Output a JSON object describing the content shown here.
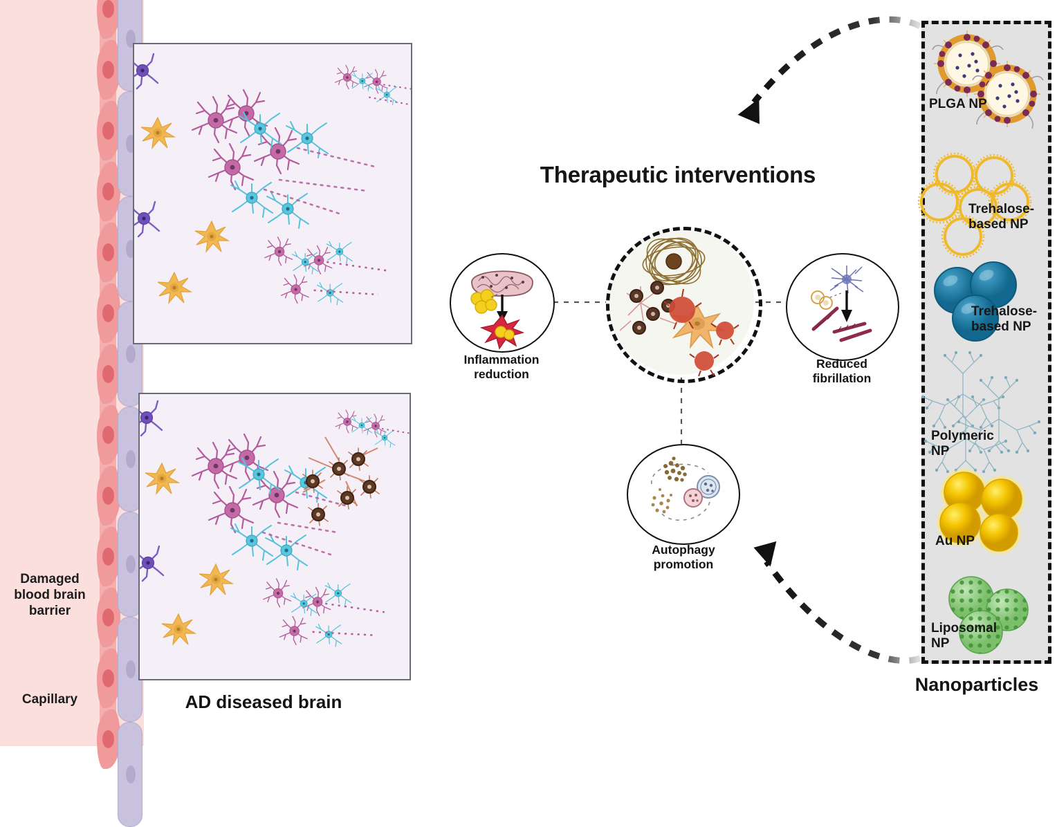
{
  "figure": {
    "type": "scientific-schematic",
    "subject": "Nanoparticle-based therapeutic interventions in Alzheimer's disease"
  },
  "bbb": {
    "damaged_label": "Damaged\nblood brain\nbarrier",
    "damaged_line1": "Damaged",
    "damaged_line2": "blood brain",
    "damaged_line3": "barrier",
    "capillary_label": "Capillary",
    "lumen_color": "#fbdfdd",
    "endothelium_color": "#f09a9c",
    "pericyte_color": "#c9c2de"
  },
  "brain": {
    "caption": "AD diseased brain",
    "panel_bg": "#f5eff7",
    "panel_border": "#6a6a78",
    "cell_types": [
      {
        "name": "neuron",
        "color": "#c66ba8"
      },
      {
        "name": "astrocyte",
        "color": "#4ec3dd"
      },
      {
        "name": "microglia",
        "color": "#7b5fc0"
      },
      {
        "name": "oligodendrocyte",
        "color": "#f0b44c"
      },
      {
        "name": "amyloid-plaque",
        "color": "#6b3a22"
      }
    ]
  },
  "center": {
    "title": "Therapeutic interventions",
    "hub_bg": "#f4f6ef",
    "nodes": [
      {
        "id": "inflammation",
        "line1": "Inflammation",
        "line2": "reduction"
      },
      {
        "id": "fibrillation",
        "line1": "Reduced",
        "line2": "fibrillation"
      },
      {
        "id": "autophagy",
        "line1": "Autophagy",
        "line2": "promotion"
      }
    ]
  },
  "nanoparticles": {
    "title": "Nanoparticles",
    "box_bg": "#e2e2e2",
    "box_border": "#101010",
    "items": [
      {
        "id": "plga",
        "label": "PLGA NP",
        "color": "#e8a33c"
      },
      {
        "id": "trehalose-1",
        "label": "Trehalose-\nbased NP",
        "line1": "Trehalose-",
        "line2": "based NP",
        "color": "#f0b92c"
      },
      {
        "id": "trehalose-2",
        "label": "Trehalose-\nbased NP",
        "line1": "Trehalose-",
        "line2": "based NP",
        "color": "#1e7fa8"
      },
      {
        "id": "polymeric",
        "label": "Polymeric\nNP",
        "line1": "Polymeric",
        "line2": "NP",
        "color": "#9dc4cf"
      },
      {
        "id": "au",
        "label": "Au NP",
        "line1": "Au NP",
        "line2": "",
        "color": "#f5c400"
      },
      {
        "id": "liposomal",
        "label": "Liposomal\nNP",
        "line1": "Liposomal",
        "line2": "NP",
        "color": "#76c46c"
      }
    ]
  }
}
